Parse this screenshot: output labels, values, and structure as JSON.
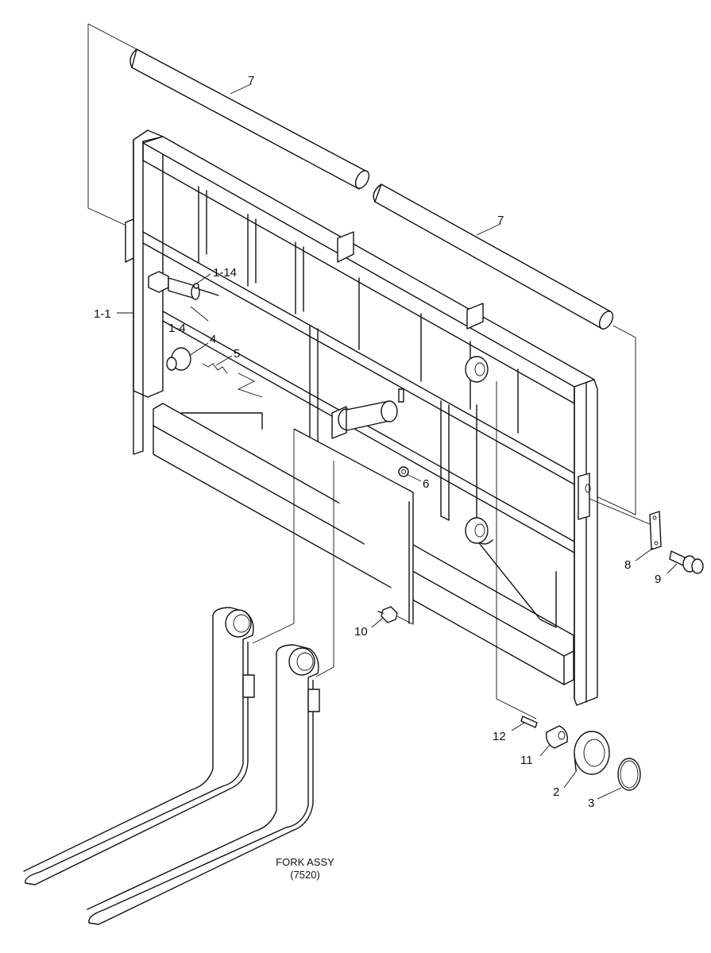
{
  "callouts": {
    "c7a": "7",
    "c7b": "7",
    "c1_14": "1-14",
    "c1_1": "1-1",
    "c1_4": "1-4",
    "c4": "4",
    "c5": "5",
    "c6": "6",
    "c8": "8",
    "c9": "9",
    "c10": "10",
    "c12": "12",
    "c11": "11",
    "c2": "2",
    "c3": "3"
  },
  "caption": {
    "line1": "FORK ASSY",
    "line2": "(7520)"
  }
}
